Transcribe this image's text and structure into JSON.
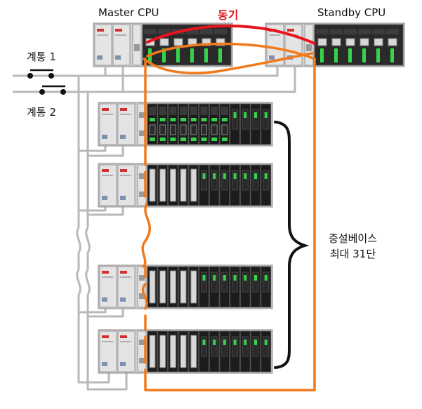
{
  "labels": {
    "master_cpu": "Master CPU",
    "sync": "동기",
    "standby_cpu": "Standby CPU",
    "line1": "계통 1",
    "line2": "계통 2",
    "expansion_line1": "증설베이스",
    "expansion_line2": "최대 31단"
  },
  "colors": {
    "sync_cable": "#e8141c",
    "fiber_cable": "#f07a1c",
    "power_wire": "#b8b8b8",
    "rack_light": "#dcdcdc",
    "module_dark": "#1c1c1c",
    "led_green": "#35d24a"
  }
}
